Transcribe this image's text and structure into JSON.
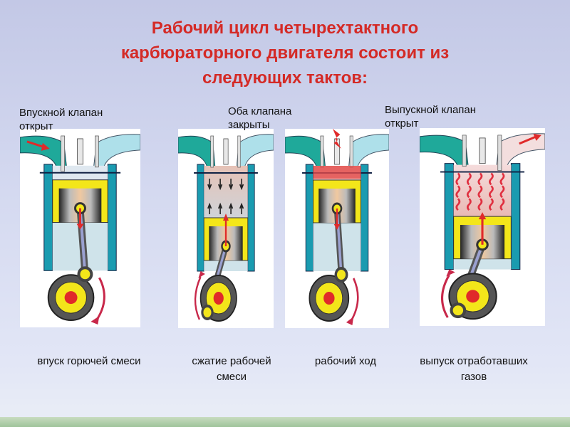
{
  "title": "Рабочий цикл четырехтактного карбюраторного двигателя состоит из следующих тактов:",
  "title_lines": [
    "Рабочий цикл четырехтактного",
    "карбюраторного двигателя состоит из",
    "следующих тактов:"
  ],
  "valve_labels": [
    [
      "Впускной клапан",
      "открыт"
    ],
    [
      "Оба клапана",
      "закрыты"
    ],
    [
      "Выпускной клапан",
      "открыт"
    ]
  ],
  "strokes": [
    {
      "caption": [
        "впуск горючей смеси"
      ],
      "piston": "top",
      "chamber": "intake"
    },
    {
      "caption": [
        "сжатие рабочей",
        "смеси"
      ],
      "piston": "bottom",
      "chamber": "compression"
    },
    {
      "caption": [
        "рабочий ход"
      ],
      "piston": "top",
      "chamber": "power"
    },
    {
      "caption": [
        "выпуск отработавших",
        "газов"
      ],
      "piston": "bottom",
      "chamber": "exhaust"
    }
  ],
  "colors": {
    "title": "#d42a26",
    "teal": "#1fa99a",
    "wall": "#1a9bb0",
    "yellow": "#f3e61a",
    "red": "#e02a2a",
    "arrow": "#c8284a"
  }
}
